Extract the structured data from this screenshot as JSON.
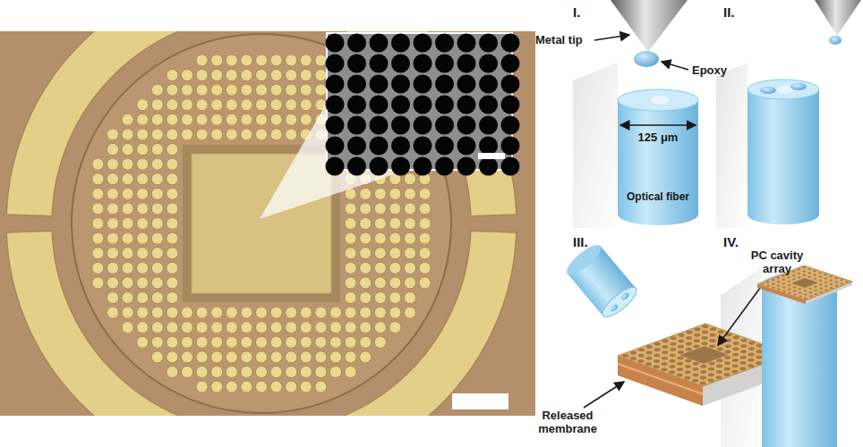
{
  "diagram": {
    "labels": [
      "I.",
      "Metal tip",
      "Epoxy",
      "125 μm",
      "Optical fiber",
      "II.",
      "III.",
      "PC cavity array",
      "Released membrane",
      "IV."
    ]
  }
}
